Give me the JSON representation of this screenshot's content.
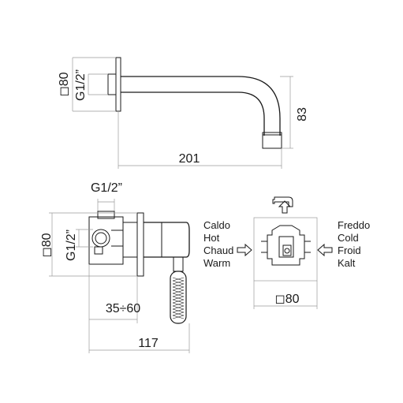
{
  "spout_view": {
    "square_80": "◻80",
    "thread": "G1/2”",
    "height": "83",
    "length": "201"
  },
  "mixer_view": {
    "thread_top": "G1/2”",
    "square_80": "◻80",
    "thread_side": "G1/2”",
    "depth_range": "35÷60",
    "total_length": "117",
    "hot_labels": [
      "Caldo",
      "Hot",
      "Chaud",
      "Warm"
    ]
  },
  "front_view": {
    "cold_labels": [
      "Freddo",
      "Cold",
      "Froid",
      "Kalt"
    ],
    "square_80": "◻80"
  },
  "icons": {
    "arrow_right": "arrow-right-outline-icon",
    "arrow_left": "arrow-left-outline-icon",
    "arrow_up": "arrow-up-outline-icon"
  }
}
